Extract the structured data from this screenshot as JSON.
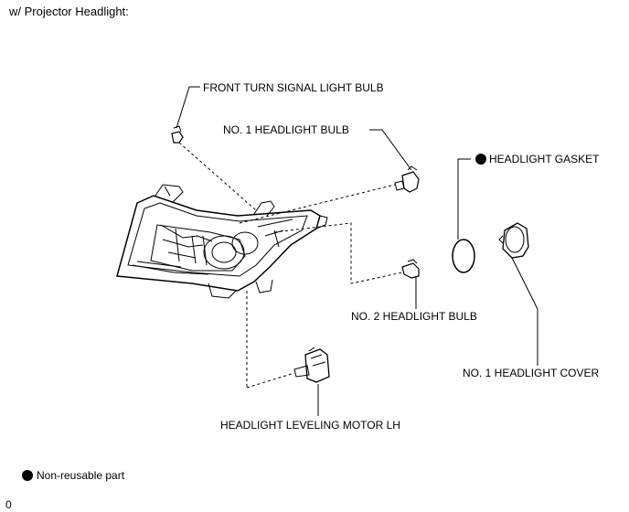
{
  "title": "w/ Projector Headlight:",
  "labels": {
    "front_turn_signal": "FRONT TURN SIGNAL LIGHT BULB",
    "no1_bulb": "NO. 1 HEADLIGHT BULB",
    "gasket": "HEADLIGHT GASKET",
    "no2_bulb": "NO. 2 HEADLIGHT BULB",
    "cover": "NO. 1 HEADLIGHT COVER",
    "leveling_motor": "HEADLIGHT LEVELING MOTOR LH"
  },
  "legend": {
    "label": "Non-reusable part"
  },
  "page_number": "0",
  "colors": {
    "line": "#000000",
    "fill": "#ffffff"
  }
}
